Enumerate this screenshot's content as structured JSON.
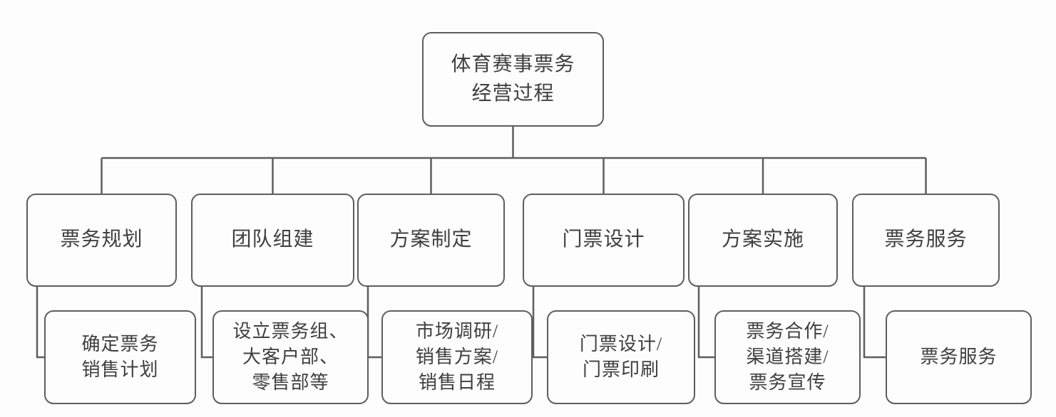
{
  "diagram": {
    "root_label": "体育赛事票务\n经营过程",
    "stages": [
      {
        "label": "票务规划",
        "detail": "确定票务\n销售计划"
      },
      {
        "label": "团队组建",
        "detail": "设立票务组、\n大客户部、\n零售部等"
      },
      {
        "label": "方案制定",
        "detail": "市场调研/\n销售方案/\n销售日程"
      },
      {
        "label": "门票设计",
        "detail": "门票设计/\n门票印刷"
      },
      {
        "label": "方案实施",
        "detail": "票务合作/\n渠道搭建/\n票务宣传"
      },
      {
        "label": "票务服务",
        "detail": "票务服务"
      }
    ]
  },
  "colors": {
    "line": "#5e5e5e",
    "text": "#3f3f3f",
    "background": "#fdfdfd"
  }
}
